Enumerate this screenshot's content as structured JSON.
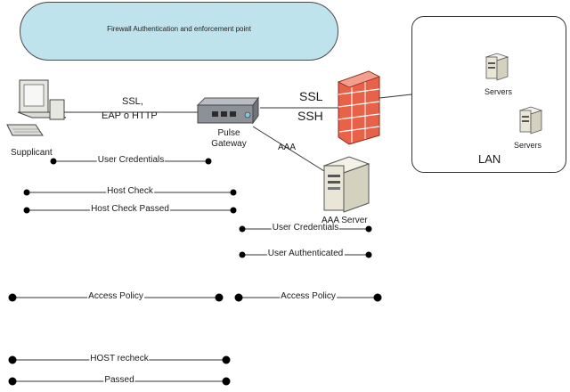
{
  "banner": {
    "text": "Firewall Authentication and enforcement point"
  },
  "nodes": {
    "supplicant": "Supplicant",
    "gateway_line1": "Pulse",
    "gateway_line2": "Gateway",
    "aaa_server": "AAA Server",
    "servers_1": "Servers",
    "servers_2": "Servers",
    "lan": "LAN"
  },
  "links": {
    "ssl_line1": "SSL,",
    "ssl_line2": "EAP o HTTP",
    "fw_ssl": "SSL",
    "fw_ssh": "SSH",
    "aaa": "AAA"
  },
  "flows": [
    {
      "label": "User Credentials"
    },
    {
      "label": "Host Check"
    },
    {
      "label": "Host Check Passed"
    },
    {
      "label": "User Credentials"
    },
    {
      "label": "User Authenticated"
    },
    {
      "label": "Access Policy"
    },
    {
      "label": "Access Policy"
    },
    {
      "label": "HOST recheck"
    },
    {
      "label": "Passed"
    }
  ],
  "colors": {
    "banner_fill": "#bfe3ec",
    "firewall": "#e8624a",
    "server": "#e9e6d8"
  }
}
